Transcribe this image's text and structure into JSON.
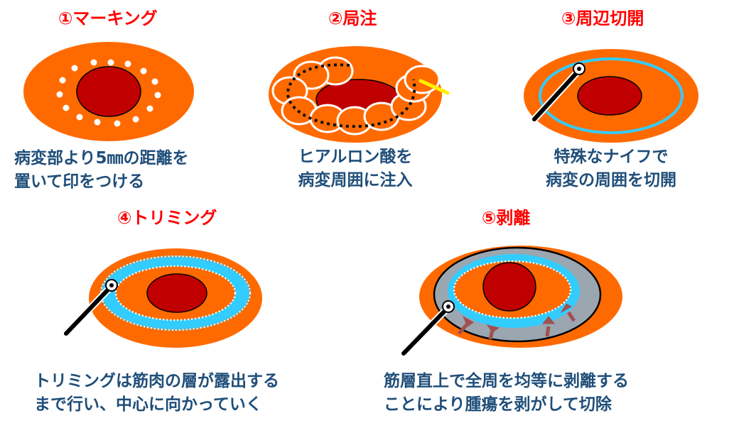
{
  "colors": {
    "title": "#ff0000",
    "text": "#1f4e79",
    "mucosa": "#ff6a00",
    "lesion": "#c00000",
    "dissection": "#33ccff",
    "muscle": "#9aa6b0",
    "injection_needle": "#ffee00",
    "arrow": "#a05050"
  },
  "steps": [
    {
      "title": "①マーキング",
      "desc": [
        "病変部より5㎜の距離を",
        "置いて印をつける"
      ]
    },
    {
      "title": "②局注",
      "desc": [
        "ヒアルロン酸を",
        "病変周囲に注入"
      ]
    },
    {
      "title": "③周辺切開",
      "desc": [
        "特殊なナイフで",
        "病変の周囲を切開"
      ]
    },
    {
      "title": "④トリミング",
      "desc": [
        "トリミングは筋肉の層が露出する",
        "まで行い、中心に向かっていく"
      ]
    },
    {
      "title": "⑤剥離",
      "desc": [
        "筋層直上で全周を均等に剥離する",
        "ことにより腫瘍を剥がして切除"
      ]
    }
  ]
}
